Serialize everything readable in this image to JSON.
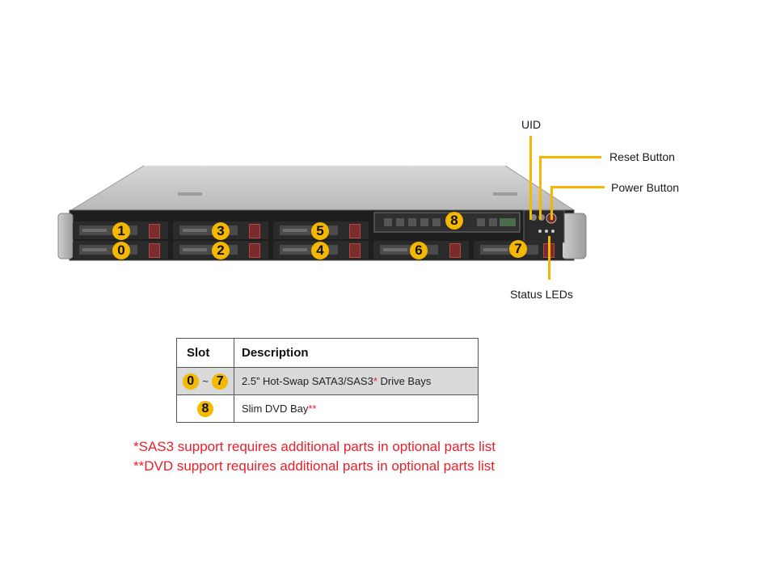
{
  "callouts": {
    "uid": "UID",
    "reset": "Reset Button",
    "power": "Power Button",
    "status": "Status LEDs"
  },
  "bays": [
    "0",
    "1",
    "2",
    "3",
    "4",
    "5",
    "6",
    "7",
    "8"
  ],
  "table": {
    "col_slot": "Slot",
    "col_desc": "Description",
    "rows": [
      {
        "slot_from": "0",
        "sep": "~",
        "slot_to": "7",
        "desc": "2.5” Hot-Swap SATA3/SAS3",
        "mark": "*",
        "desc_tail": " Drive Bays"
      },
      {
        "slot": "8",
        "desc": "Slim DVD Bay",
        "mark": "**"
      }
    ]
  },
  "notes": [
    "*SAS3 support requires additional parts in optional parts list",
    "**DVD support requires additional parts in optional parts list"
  ],
  "colors": {
    "badge": "#f5b800",
    "note": "#e8202a",
    "callout_line": "#f5b800"
  }
}
